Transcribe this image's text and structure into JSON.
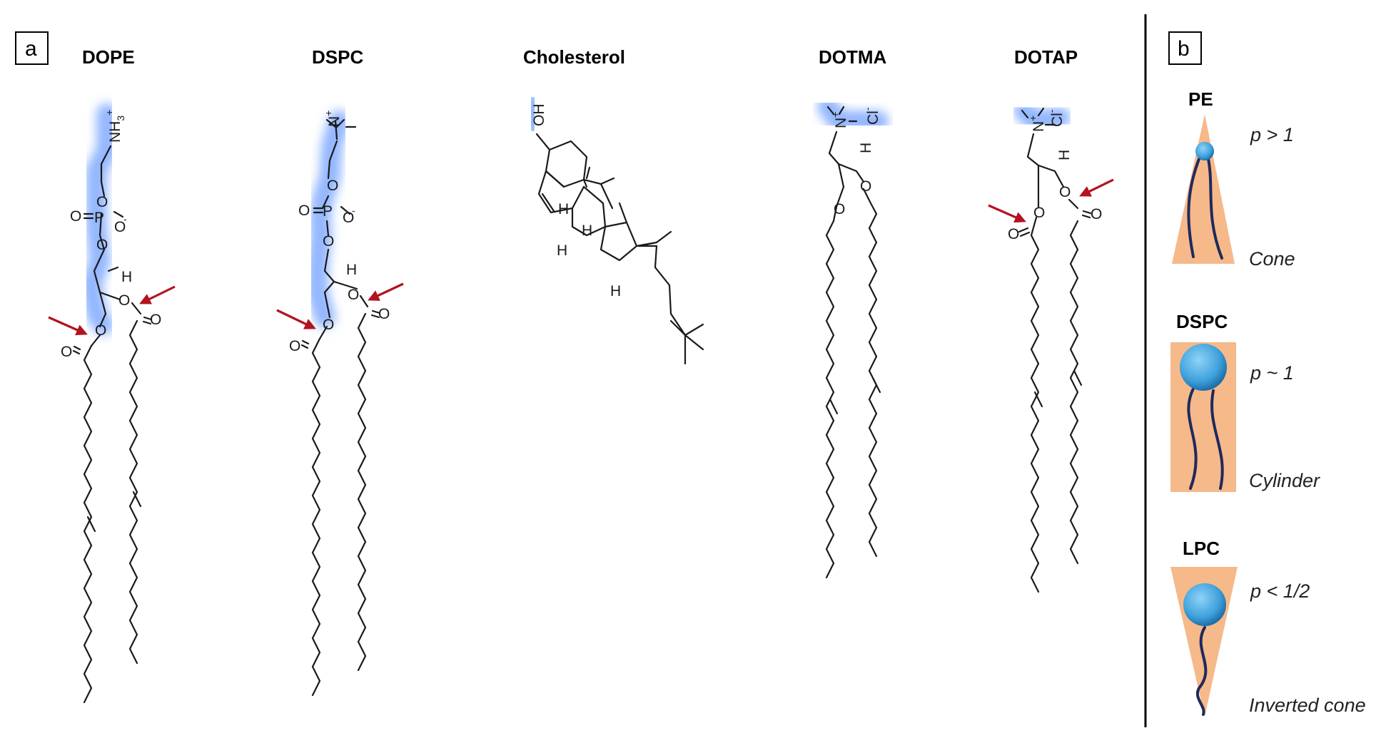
{
  "panel_a": {
    "label": "a",
    "lipids": [
      {
        "name": "DOPE"
      },
      {
        "name": "DSPC"
      },
      {
        "name": "Cholesterol"
      },
      {
        "name": "DOTMA"
      },
      {
        "name": "DOTAP"
      }
    ],
    "atoms": {
      "nh3": "NH",
      "sub3": "3",
      "plus": "+",
      "minus": "-",
      "o": "O",
      "p": "P",
      "h": "H",
      "n": "N",
      "oh": "OH",
      "cl": "Cl"
    }
  },
  "panel_b": {
    "label": "b",
    "shapes": [
      {
        "name": "PE",
        "packing": "p > 1",
        "shape": "Cone"
      },
      {
        "name": "DSPC",
        "packing": "p ~ 1",
        "shape": "Cylinder"
      },
      {
        "name": "LPC",
        "packing": "p < 1/2",
        "shape": "Inverted cone"
      }
    ]
  },
  "colors": {
    "headgroup_glow": "#3b7bff",
    "ester_arrow": "#b3121f",
    "shape_fill": "#f6b98a",
    "lipid_head": "#3da0db",
    "lipid_tail": "#1f2a5c"
  }
}
